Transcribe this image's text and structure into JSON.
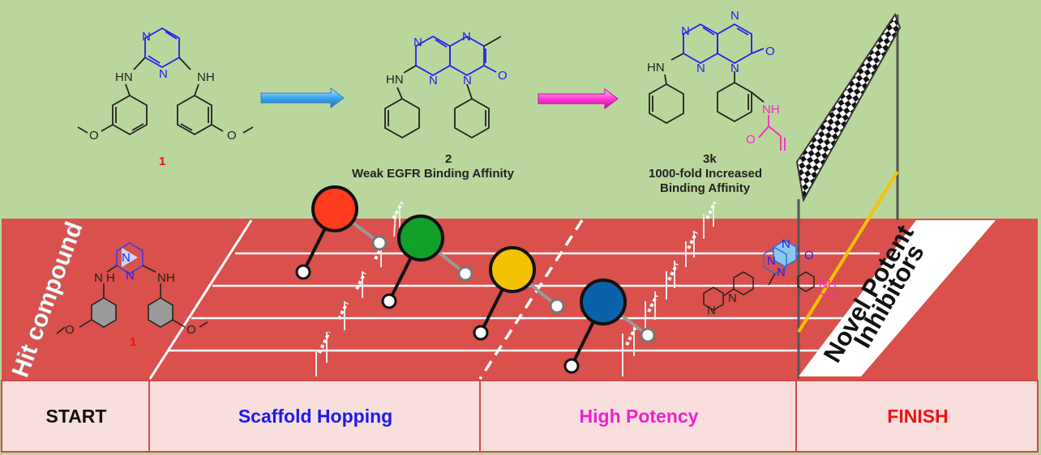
{
  "colors": {
    "sky": "#b9d79c",
    "track": "#d9504c",
    "panel": "#f9dede",
    "nitrogen": "#1f1ff0",
    "acrylamide": "#ff22cc",
    "label_red": "#ee1111",
    "runner_red": "#ff3b20",
    "runner_green": "#12a02a",
    "runner_yellow": "#f2c200",
    "runner_blue": "#0c62a8",
    "finish_line": "#f5c400"
  },
  "compounds": {
    "c1": {
      "number": "1",
      "atoms": {
        "nh_left": "HN",
        "n_top": "N",
        "n_mid": "N",
        "nh_right": "NH",
        "o_left": "O",
        "o_right": "O"
      }
    },
    "c2": {
      "number": "2",
      "caption": "Weak EGFR Binding Affinity",
      "atoms": {
        "n1": "N",
        "n2": "N",
        "n3": "N",
        "n4": "N",
        "nh": "HN",
        "o": "O"
      }
    },
    "c3k": {
      "number": "3k",
      "caption_line1": "1000-fold Increased",
      "caption_line2": "Binding Affinity",
      "atoms": {
        "n1": "N",
        "n2": "N",
        "n3": "N",
        "n4": "N",
        "nh": "HN",
        "o": "O",
        "amide_nh": "NH",
        "amide_o": "O"
      }
    }
  },
  "track": {
    "start_banner": "Hit compound",
    "start_compound_number": "1",
    "start_atoms": {
      "n1": "N",
      "n2": "N",
      "nh_left": "N H",
      "nh_right": "NH",
      "o_left": "O",
      "o_right": "O"
    },
    "finish_banner_line1": "Novel Potent",
    "finish_banner_line2": "Inhibitors",
    "finish_atoms": {
      "n1": "N",
      "n2": "N",
      "n3": "N",
      "o": "O",
      "nh": "NH",
      "nme": "N",
      "n_pip": "N"
    }
  },
  "phases": [
    {
      "label": "START",
      "color": "#111111"
    },
    {
      "label": "Scaffold Hopping",
      "color": "#1a1aee"
    },
    {
      "label": "High Potency",
      "color": "#ee22cc"
    },
    {
      "label": "FINISH",
      "color": "#ee1111"
    }
  ]
}
